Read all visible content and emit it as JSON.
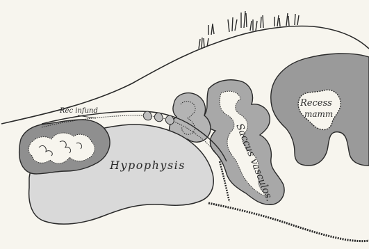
{
  "labels": {
    "hypophysis": "Hypophysis",
    "saccus_vasculosus": "Saccus vasculos.",
    "recess_line1": "Recess",
    "recess_line2": "mamm",
    "rec_infund": "Rec infund"
  },
  "colors": {
    "background": "#f7f5ee",
    "ink": "#2a2a2a",
    "tissue_dark": "#8f8f8f",
    "tissue_mid": "#bdbdbd",
    "tissue_light": "#d9d9d9",
    "cavity": "#f7f5ee"
  }
}
